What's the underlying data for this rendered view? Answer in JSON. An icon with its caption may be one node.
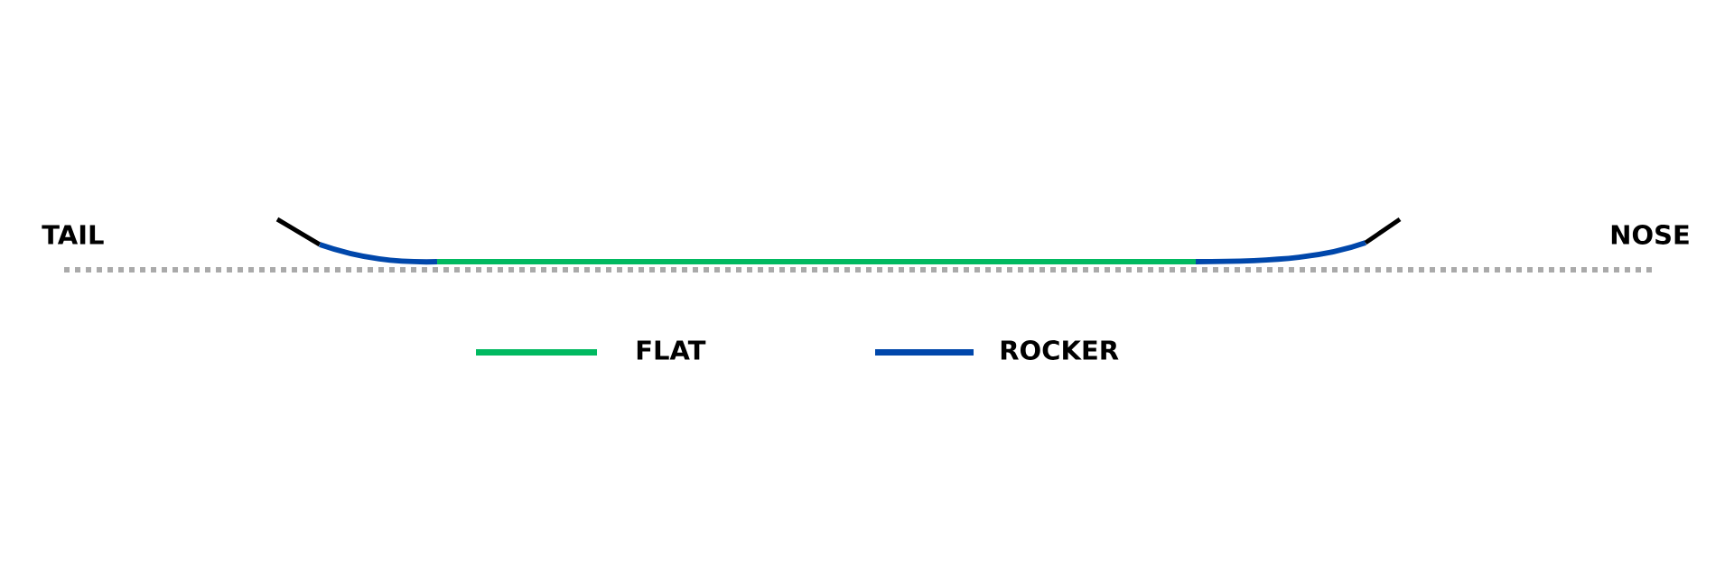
{
  "diagram": {
    "labels": [
      "TAIL",
      "NOSE"
    ],
    "legend": [
      {
        "text": "FLAT",
        "color": "#00b960"
      },
      {
        "text": "ROCKER",
        "color": "#0047ab"
      }
    ]
  }
}
